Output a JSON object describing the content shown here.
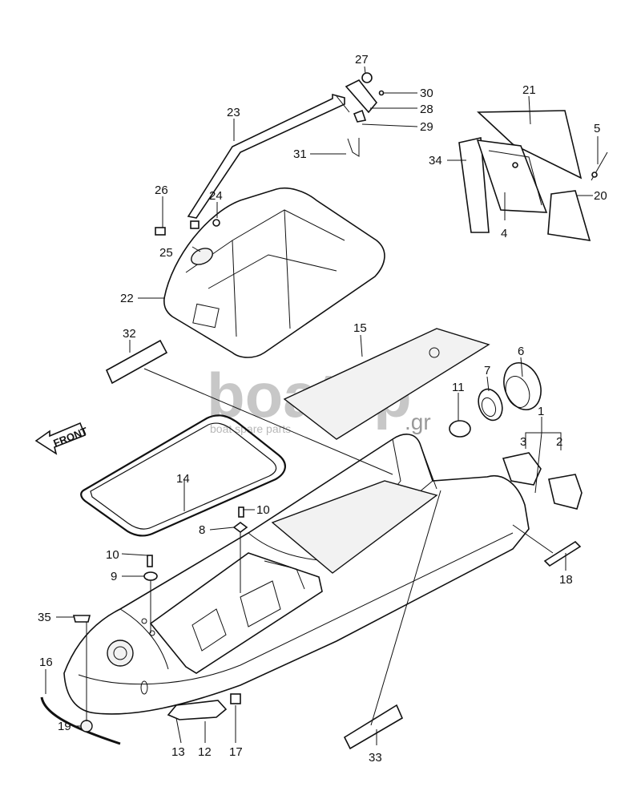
{
  "watermark": {
    "brand": "boatsp",
    "tld": ".gr",
    "tagline": "boat spare parts"
  },
  "front_label": "FRONT",
  "callouts": [
    "27",
    "30",
    "28",
    "29",
    "21",
    "5",
    "23",
    "31",
    "34",
    "20",
    "26",
    "24",
    "4",
    "25",
    "22",
    "15",
    "32",
    "6",
    "7",
    "11",
    "1",
    "3",
    "2",
    "14",
    "10",
    "8",
    "10",
    "9",
    "18",
    "35",
    "16",
    "19",
    "13",
    "12",
    "17",
    "33"
  ]
}
